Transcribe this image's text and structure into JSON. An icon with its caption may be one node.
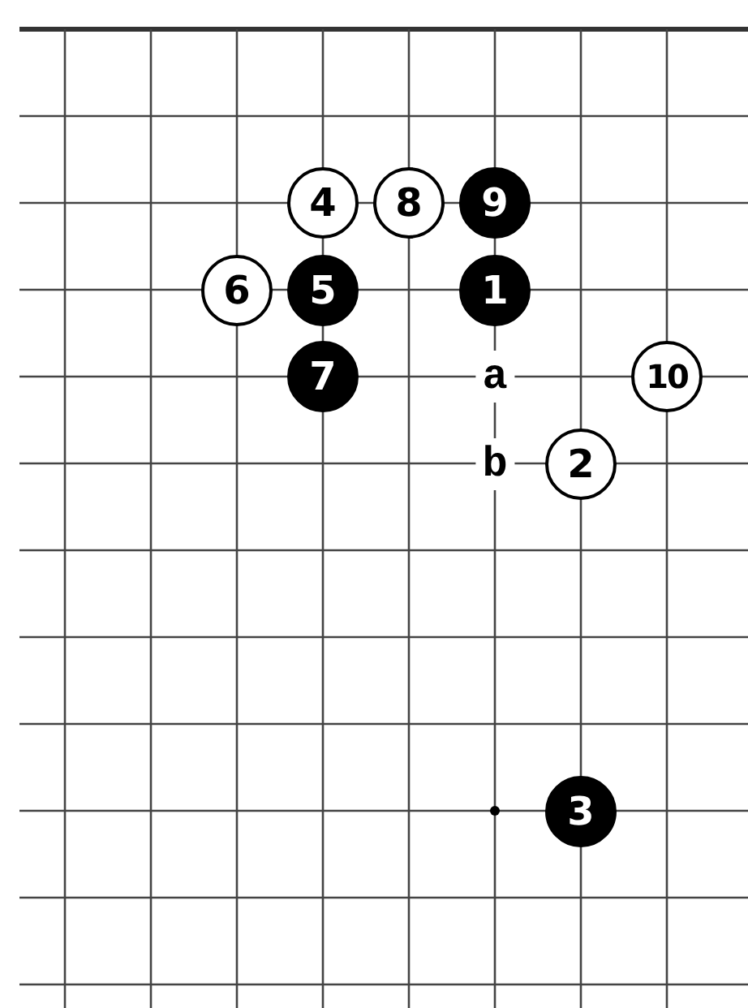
{
  "diagram": {
    "nodes": [
      {
        "text": [
          "4"
        ]
      },
      {
        "text": [
          "8"
        ]
      },
      {
        "text": [
          "9"
        ]
      },
      {
        "text": [
          "6"
        ]
      },
      {
        "text": [
          "5"
        ]
      },
      {
        "text": [
          "1"
        ]
      },
      {
        "text": [
          "7"
        ]
      },
      {
        "text": [
          "10"
        ]
      },
      {
        "text": [
          "2"
        ]
      },
      {
        "text": [
          "3"
        ]
      }
    ],
    "labels": [
      "a",
      "b"
    ]
  }
}
